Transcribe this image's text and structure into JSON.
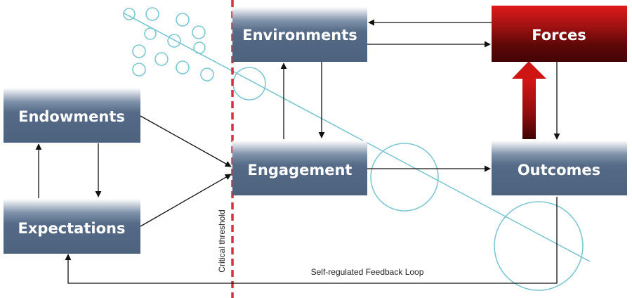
{
  "boxes": {
    "environments": "Environments",
    "forces": "Forces",
    "endowments": "Endowments",
    "engagement": "Engagement",
    "outcomes": "Outcomes",
    "expectations": "Expectations"
  },
  "labels": {
    "threshold": "Critical threshold",
    "feedback_loop": "Self-regulated Feedback Loop"
  },
  "colors": {
    "box_blue": "#546a86",
    "forces_red": "#6b0a0a",
    "arrow_red": "#c40d0d",
    "circle_cyan": "#7ec8d2",
    "threshold_red": "#d7303a"
  }
}
